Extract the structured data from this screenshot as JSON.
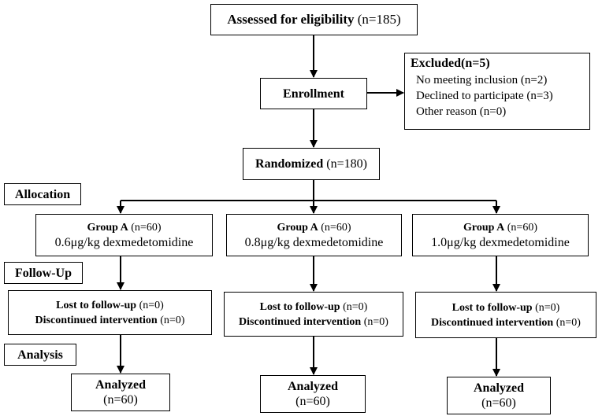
{
  "assessed": {
    "label": "Assessed for eligibility",
    "count": "(n=185)"
  },
  "enrollment": {
    "label": "Enrollment"
  },
  "excluded": {
    "title": "Excluded(n=5)",
    "items": [
      "No meeting inclusion (n=2)",
      "Declined to participate (n=3)",
      "Other reason (n=0)"
    ]
  },
  "randomized": {
    "label": "Randomized",
    "count": "(n=180)"
  },
  "stages": {
    "allocation": "Allocation",
    "follow_up": "Follow-Up",
    "analysis": "Analysis"
  },
  "groups": [
    {
      "name": "Group A",
      "count": "(n=60)",
      "dose": "0.6μg/kg dexmedetomidine",
      "lost_label": "Lost to follow-up",
      "lost_count": "(n=0)",
      "disc_label": "Discontinued intervention",
      "disc_count": "(n=0)",
      "analyzed_label": "Analyzed",
      "analyzed_count": "(n=60)"
    },
    {
      "name": "Group A",
      "count": "(n=60)",
      "dose": "0.8μg/kg dexmedetomidine",
      "lost_label": "Lost to follow-up",
      "lost_count": "(n=0)",
      "disc_label": "Discontinued intervention",
      "disc_count": "(n=0)",
      "analyzed_label": "Analyzed",
      "analyzed_count": "(n=60)"
    },
    {
      "name": "Group A",
      "count": "(n=60)",
      "dose": "1.0μg/kg dexmedetomidine",
      "lost_label": "Lost to follow-up",
      "lost_count": "(n=0)",
      "disc_label": "Discontinued intervention",
      "disc_count": "(n=0)",
      "analyzed_label": "Analyzed",
      "analyzed_count": "(n=60)"
    }
  ]
}
